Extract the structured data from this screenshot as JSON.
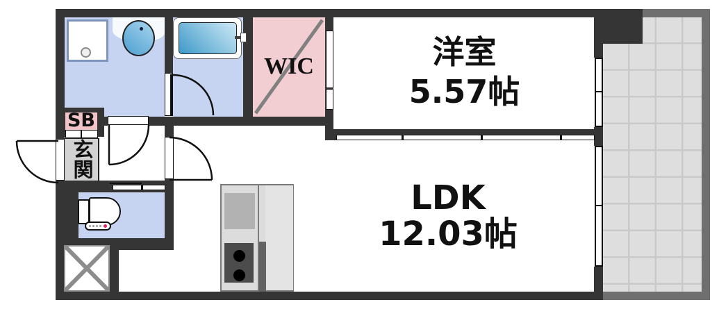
{
  "rooms": {
    "ldk": {
      "name": "LDK",
      "area": "12.03帖"
    },
    "western_room": {
      "name": "洋室",
      "area": "5.57帖"
    },
    "wic": {
      "label": "WIC"
    },
    "entrance": {
      "label": "玄関"
    },
    "shoe_box": {
      "label": "SB"
    }
  },
  "colors": {
    "wall": "#353535",
    "wet_room_floor": "#c6d4f1",
    "closet_floor": "#f2cdd1",
    "entrance_floor": "#d2d2d2",
    "balcony_wall": "#6f6f6f",
    "balcony_tile": "#dedede",
    "shoe_box_bg": "#f2c4c8",
    "fixture_blue_dark": "#3f9ac9",
    "fixture_blue_light": "#cde8f5"
  }
}
